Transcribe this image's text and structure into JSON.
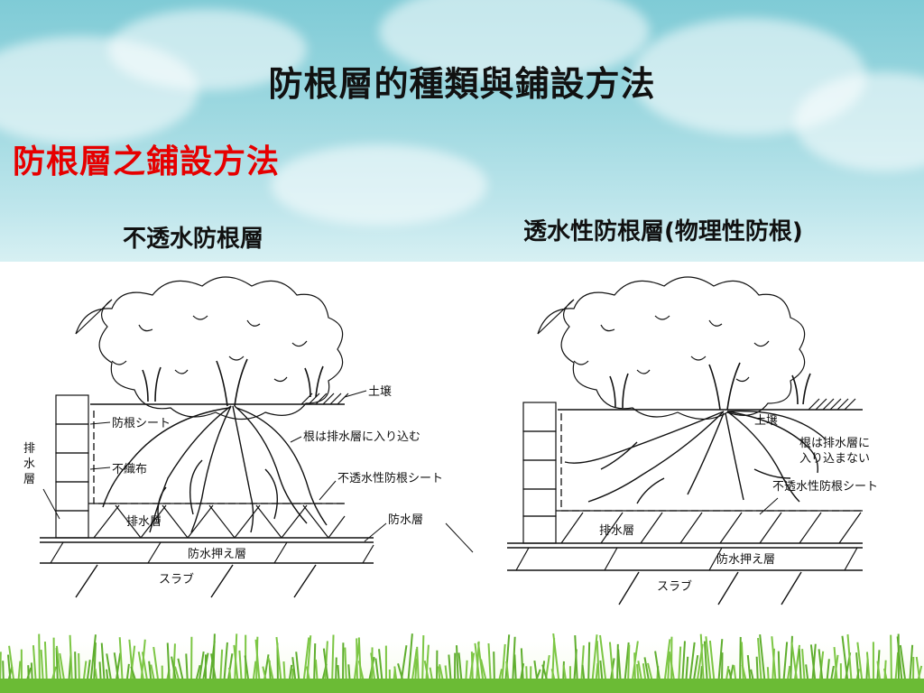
{
  "slide": {
    "title": "防根層的種類與鋪設方法",
    "subtitle": "防根層之鋪設方法"
  },
  "left_diagram": {
    "caption": "不透水防根層",
    "labels": {
      "soil": "土壌",
      "root_sheet": "防根シート",
      "roots_enter": "根は排水層に入り込む",
      "nonwoven": "不織布",
      "impermeable_sheet": "不透水性防根シート",
      "drain_v1": "排",
      "drain_v2": "水",
      "drain_v3": "層",
      "drainage": "排水層",
      "waterproof": "防水層",
      "protection": "防水押え層",
      "slab": "スラブ"
    }
  },
  "right_diagram": {
    "caption": "透水性防根層(物理性防根)",
    "labels": {
      "soil": "土壌",
      "roots_line1": "根は排水層に",
      "roots_line2": "入り込まない",
      "impermeable_sheet": "不透水性防根シート",
      "drainage": "排水層",
      "protection": "防水押え層",
      "slab": "スラブ"
    }
  },
  "colors": {
    "title": "#111111",
    "subtitle": "#e60000",
    "sky": "#9fd9e1",
    "grass": "#5fae2e"
  }
}
